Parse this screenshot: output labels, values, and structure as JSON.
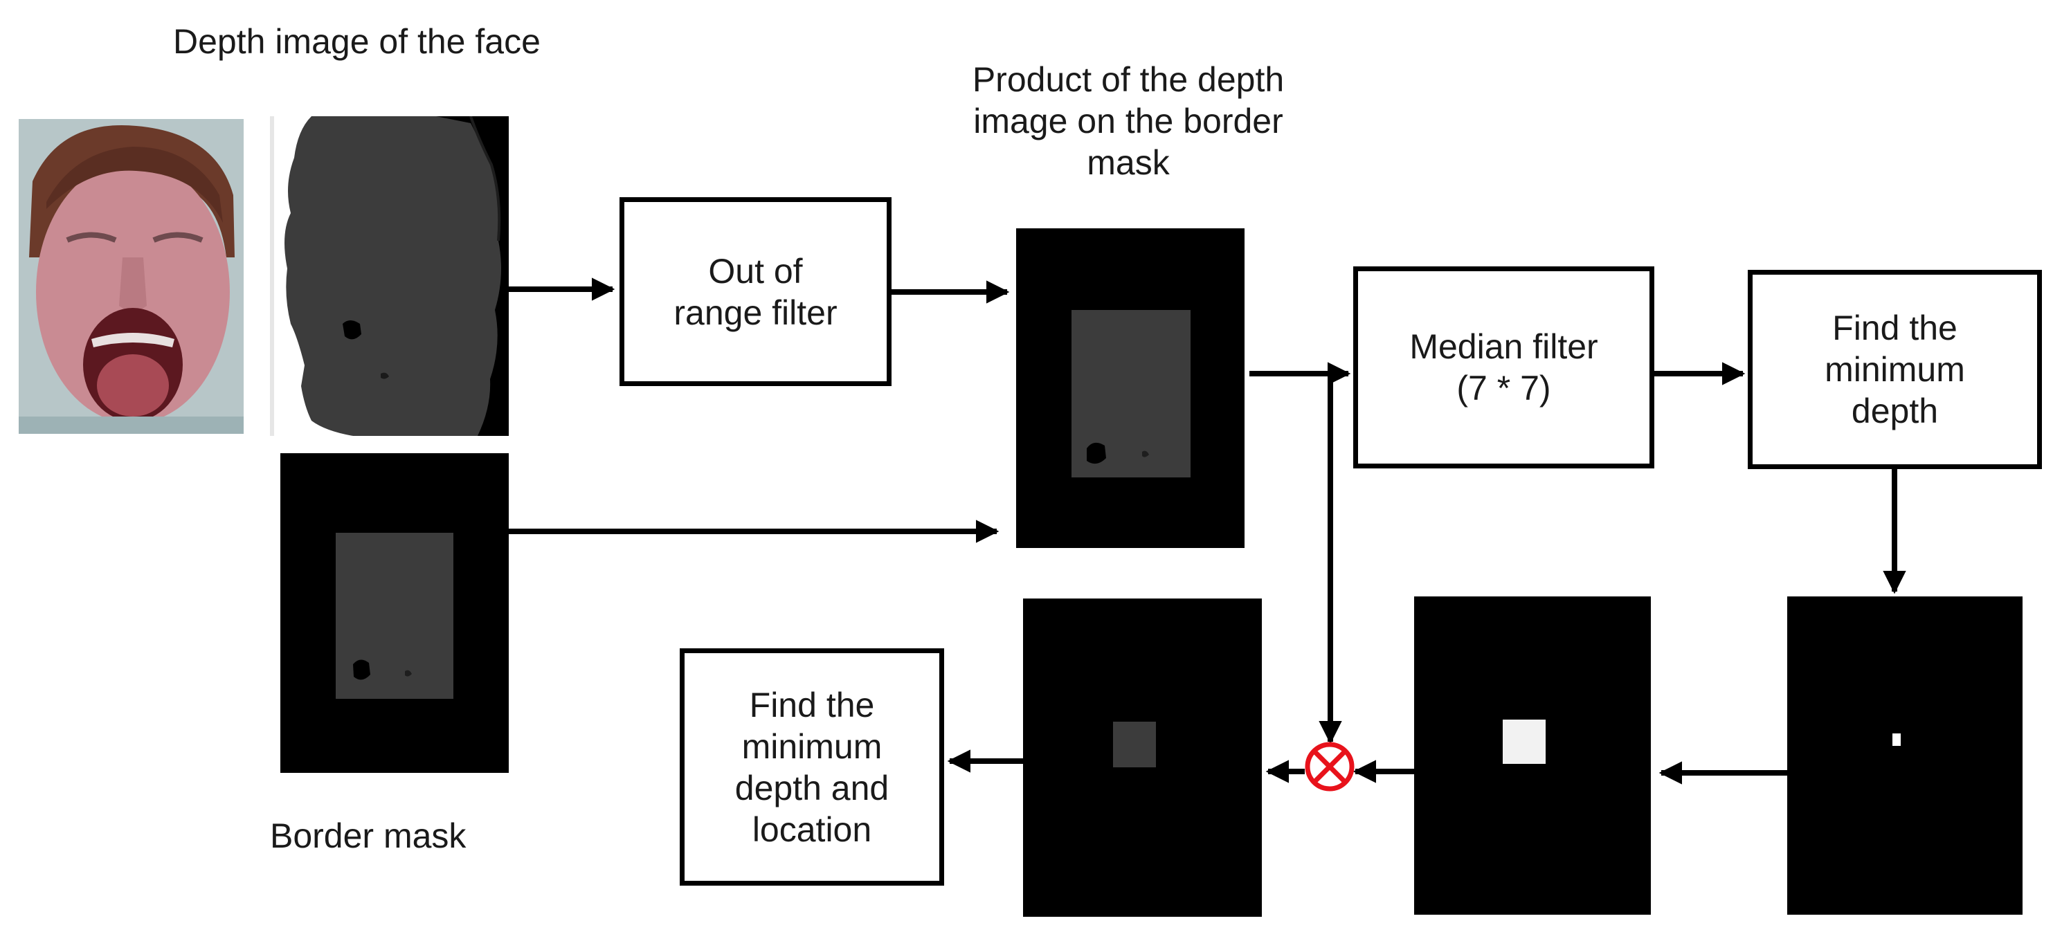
{
  "labels": {
    "depth_image_title": "Depth image of the face",
    "product_title": "Product of the depth\nimage on the border\nmask",
    "border_mask": "Border mask"
  },
  "boxes": {
    "out_of_range": "Out of\nrange filter",
    "median": "Median filter\n(7 * 7)",
    "find_min_depth": "Find the\nminimum\ndepth",
    "find_min_depth_location": "Find the\nminimum\ndepth and\nlocation"
  },
  "icons": {
    "multiply": "circled-x-icon"
  },
  "colors": {
    "arrow": "#000000",
    "panel": "#000000",
    "region": "#3c3c3c",
    "multiply": "#e8121b"
  }
}
